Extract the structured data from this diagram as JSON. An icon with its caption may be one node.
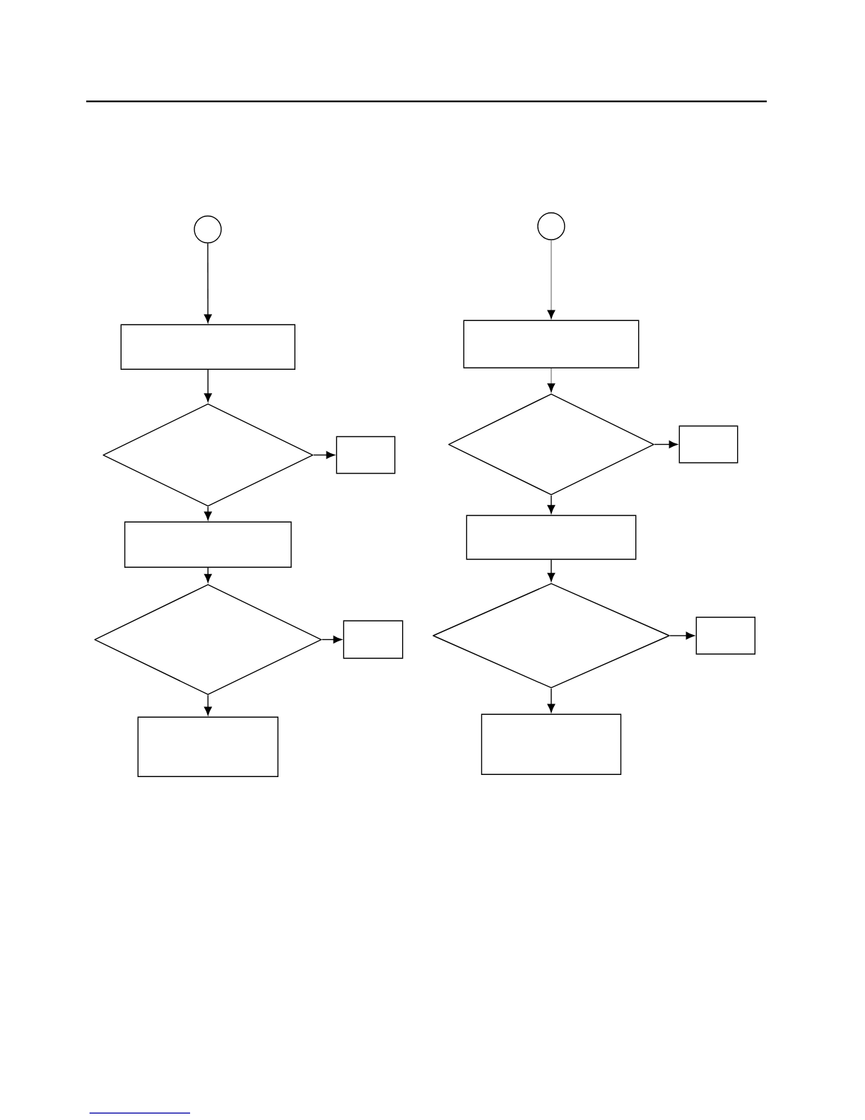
{
  "diagram": {
    "nodes": [
      {
        "text": [],
        "shape": "circle"
      },
      {
        "text": [],
        "shape": "box"
      },
      {
        "text": [],
        "shape": "diamond"
      },
      {
        "text": [],
        "shape": "box"
      },
      {
        "text": [],
        "shape": "box"
      },
      {
        "text": [],
        "shape": "diamond"
      },
      {
        "text": [],
        "shape": "box"
      },
      {
        "text": [],
        "shape": "box"
      },
      {
        "text": [],
        "shape": "circle"
      },
      {
        "text": [],
        "shape": "box"
      },
      {
        "text": [],
        "shape": "diamond"
      },
      {
        "text": [],
        "shape": "box"
      },
      {
        "text": [],
        "shape": "box"
      },
      {
        "text": [],
        "shape": "diamond"
      },
      {
        "text": [],
        "shape": "box"
      },
      {
        "text": [],
        "shape": "box"
      }
    ],
    "edges": [
      {
        "from": 0,
        "to": 1,
        "arrow": "to"
      },
      {
        "from": 1,
        "to": 2,
        "arrow": "to"
      },
      {
        "from": 2,
        "to": 3,
        "arrow": "to"
      },
      {
        "from": 2,
        "to": 4,
        "arrow": "to"
      },
      {
        "from": 4,
        "to": 5,
        "arrow": "to"
      },
      {
        "from": 5,
        "to": 6,
        "arrow": "to"
      },
      {
        "from": 5,
        "to": 7,
        "arrow": "to"
      },
      {
        "from": 8,
        "to": 9,
        "arrow": "to",
        "color": "#8a8a8a"
      },
      {
        "from": 9,
        "to": 10,
        "arrow": "to",
        "color": "#8a8a8a"
      },
      {
        "from": 10,
        "to": 11,
        "arrow": "to"
      },
      {
        "from": 10,
        "to": 12,
        "arrow": "to"
      },
      {
        "from": 12,
        "to": 13,
        "arrow": "to"
      },
      {
        "from": 13,
        "to": 14,
        "arrow": "to"
      },
      {
        "from": 13,
        "to": 15,
        "arrow": "to"
      }
    ]
  }
}
